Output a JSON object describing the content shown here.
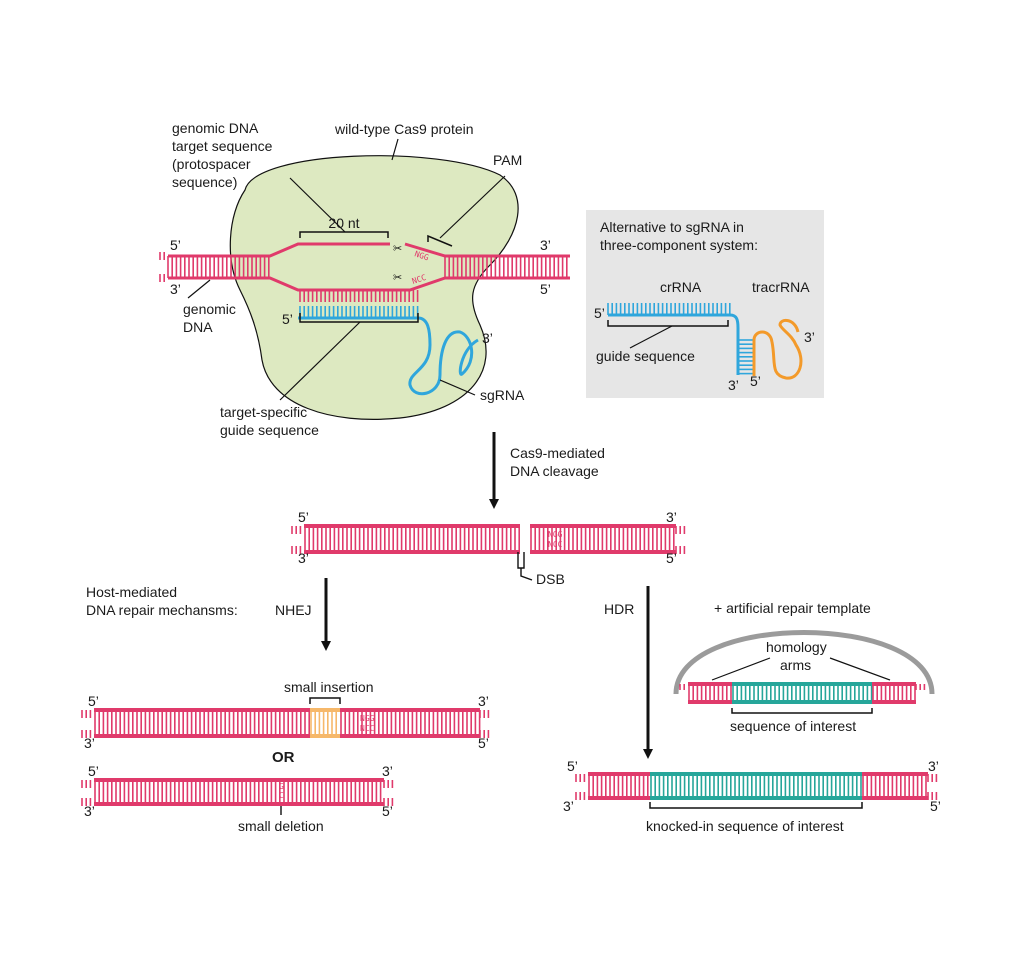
{
  "colors": {
    "dna": "#e03a6b",
    "guide": "#2fa6dc",
    "tracr": "#f39a2a",
    "cargo": "#26a69a",
    "protein": "#dde9c1",
    "insertion": "#f6b86a",
    "template_arc": "#9b9b9b",
    "alt_box": "#e6e6e6"
  },
  "labels": {
    "genomic_target": [
      "genomic DNA",
      "target sequence",
      "(protospacer",
      "sequence)"
    ],
    "cas9": "wild-type Cas9 protein",
    "pam": "PAM",
    "nt20": "20 nt",
    "genomic_dna": [
      "genomic",
      "DNA"
    ],
    "target_guide": [
      "target-specific",
      "guide sequence"
    ],
    "sgrna": "sgRNA",
    "five": "5’",
    "three": "3’",
    "ngg": "NGG",
    "ncc": "NCC",
    "gc_top": "G",
    "gc_bot": "C"
  },
  "alt_box": {
    "title": [
      "Alternative to sgRNA in",
      "three-component system:"
    ],
    "crrna": "crRNA",
    "tracrrna": "tracrRNA",
    "guide_sequence": "guide sequence"
  },
  "step1": {
    "label": [
      "Cas9-mediated",
      "DNA cleavage"
    ]
  },
  "dsb": "DSB",
  "repair": {
    "host": [
      "Host-mediated",
      "DNA repair mechansms:"
    ],
    "nhej": "NHEJ",
    "hdr": "HDR",
    "small_insertion": "small insertion",
    "or": "OR",
    "small_deletion": "small deletion",
    "template": "+ artificial repair template",
    "homology": [
      "homology",
      "arms"
    ],
    "seq_interest": "sequence of interest",
    "knocked_in": "knocked-in sequence of interest"
  }
}
